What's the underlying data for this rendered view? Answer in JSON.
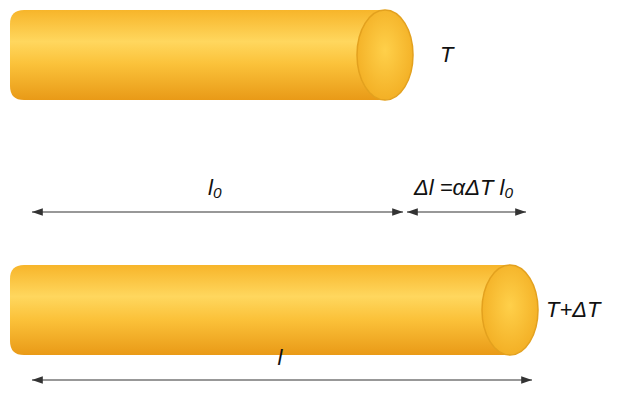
{
  "diagram": {
    "labels": [
      "T",
      "l₀",
      "Δl =αΔT l₀",
      "T+ΔT",
      "l"
    ]
  }
}
